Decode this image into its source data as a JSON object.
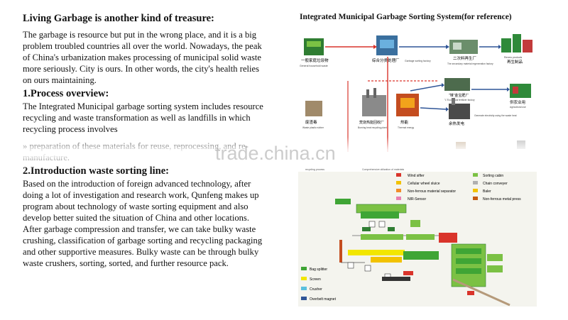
{
  "left": {
    "title": "Living Garbage is another kind of treasure:",
    "intro": " The garbage is resource but put in the wrong place, and it is a big problem troubled countries all over the world. Nowadays, the peak of China's urbanization makes processing of municipal solid waste more seriously. City is ours. In other words, the city's health relies on ours maintaining.",
    "section1_heading": "1.Process overview:",
    "section1_text": "The Integrated Municipal garbage sorting system includes resource recycling and waste transformation as well as landfills in which recycling process involves",
    "section1_text_cont": "» preparation of these materials for reuse, reprocessing, and re-manufacture.",
    "section2_heading": "2.Introduction waste sorting line:",
    "section2_text": " Based on the introduction of foreign advanced technology, after doing a lot of investigation and research work, Qunfeng makes up program about technology of waste sorting equipment and also develop better suited the situation of China and other locations. After garbage compression and transfer, we can take bulky waste crushing, classification of garbage sorting and recycling packaging and other supportive measures. Bulky waste can be through bulky waste crushers, sorting, sorted, and further resource pack."
  },
  "watermark": "trade.china.cn",
  "diagram": {
    "title": "Integrated Municipal Garbage Sorting System(for reference)",
    "flow_labels": {
      "household_cn": "一般家庭垃圾物",
      "household_en": "General household waste",
      "sorting_cn": "综合分类处理厂",
      "sorting_en": "Garbage sorting factory",
      "secondary_cn": "二次料再生厂",
      "secondary_en": "The secondary material regeneration factory",
      "reuse_cn": "再生制品",
      "reuse_en": "Renew products",
      "fertilizer_cn": "“堆”金宝肥厂",
      "fertilizer_en": "\"L\"Ecological fertilizer factory",
      "agri_cn": "供农业用",
      "agri_en": "Agricultural use",
      "residue_cn": "废渣毒",
      "residue_en": "Waste plastic rubber",
      "burning_cn": "焚烧热能回收厂",
      "burning_en": "Burning heat recycling plant",
      "heat_cn": "热能",
      "heat_en": "Thermal energy",
      "power_cn": "余热发电",
      "power_en": "Generate electricity using the waste heat",
      "bottom_left": "recycling process",
      "bottom_mid": "Comprehensive utilization of materials"
    },
    "legend_top": [
      {
        "label": "Wind sifter",
        "color": "#d9342b"
      },
      {
        "label": "Cellular wheel sluice",
        "color": "#f2c200"
      },
      {
        "label": "Non-ferrous material separator",
        "color": "#f28c28"
      },
      {
        "label": "NIR-Sensor",
        "color": "#e97fb0"
      }
    ],
    "legend_top_right": [
      {
        "label": "Sorting cabin",
        "color": "#7bc144"
      },
      {
        "label": "Chain conveyer",
        "color": "#b0b0b0"
      },
      {
        "label": "Baler",
        "color": "#f2c200"
      },
      {
        "label": "Non-ferrous metal press",
        "color": "#c55a11"
      }
    ],
    "legend_bottom": [
      {
        "label": "Bag splitter",
        "color": "#3fa535"
      },
      {
        "label": "Screen",
        "color": "#f2e600"
      },
      {
        "label": "Crusher",
        "color": "#5bc0de"
      },
      {
        "label": "Overbelt magnet",
        "color": "#2f5597"
      }
    ]
  }
}
